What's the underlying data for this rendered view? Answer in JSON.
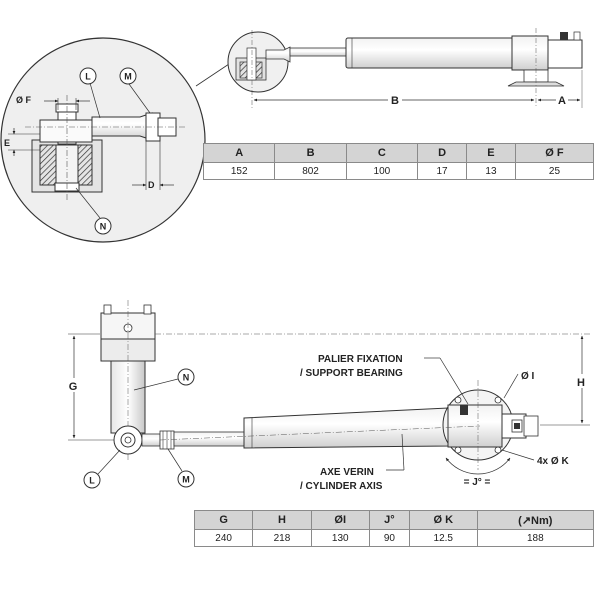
{
  "table1": {
    "headers": [
      "A",
      "B",
      "C",
      "D",
      "E",
      "Ø F"
    ],
    "values": [
      "152",
      "802",
      "100",
      "17",
      "13",
      "25"
    ]
  },
  "table2": {
    "headers": [
      "G",
      "H",
      "ØI",
      "J°",
      "Ø K",
      "(↗Nm)"
    ],
    "values": [
      "240",
      "218",
      "130",
      "90",
      "12.5",
      "188"
    ]
  },
  "top_view": {
    "dim_b": "B",
    "dim_a": "A"
  },
  "detail": {
    "dim_f": "Ø F",
    "dim_e": "E",
    "dim_d": "D",
    "callout_l": "L",
    "callout_m": "M",
    "callout_n": "N"
  },
  "bottom_view": {
    "dim_g": "G",
    "dim_h": "H",
    "callout_n": "N",
    "callout_l": "L",
    "callout_m": "M",
    "label_i": "Ø I",
    "label_k": "4x Ø K",
    "label_j": "= J° =",
    "support_bearing_1": "PALIER FIXATION",
    "support_bearing_2": "/ SUPPORT BEARING",
    "cylinder_axis_1": "AXE VERIN",
    "cylinder_axis_2": "/ CYLINDER AXIS"
  }
}
